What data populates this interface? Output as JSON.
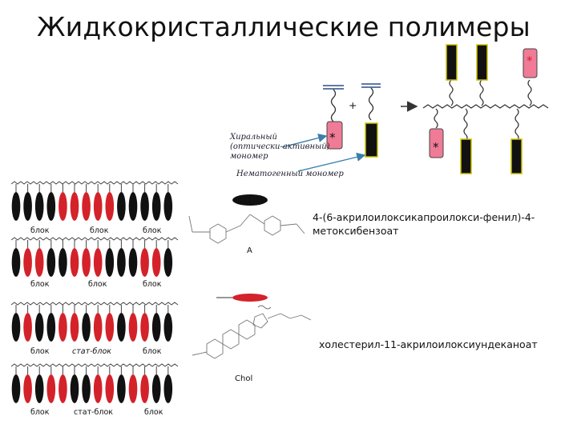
{
  "title": "Жидкокристаллические полимеры",
  "scheme": {
    "plus": "+",
    "asterisk": "*",
    "chiral_monomer": [
      "Хиральный",
      "(оптически-активный)",
      "мономер"
    ],
    "nematic_monomer": "Нематогенный мономер"
  },
  "molecules": {
    "first": {
      "name_line1": "4-(6-акрилоилоксикапроилокси-фенил)-4-",
      "name_line2": "метоксибензоат",
      "mark": "A"
    },
    "second": {
      "name": "холестерил-11-акрилоилоксиундеканоат",
      "mark": "Chol"
    }
  },
  "copolymers": [
    {
      "labels": [
        "блок",
        "блок",
        "блок"
      ]
    },
    {
      "labels": [
        "блок",
        "блок",
        "блок"
      ]
    },
    {
      "labels": [
        "блок",
        "стат-блок",
        "блок"
      ]
    },
    {
      "labels": [
        "блок",
        "стат-блок",
        "блок"
      ]
    }
  ],
  "colors": {
    "mesogen_black": "#111111",
    "mesogen_red": "#d4222a",
    "chiral_pink": "#f07b96",
    "arrow": "#3a7fa8"
  }
}
